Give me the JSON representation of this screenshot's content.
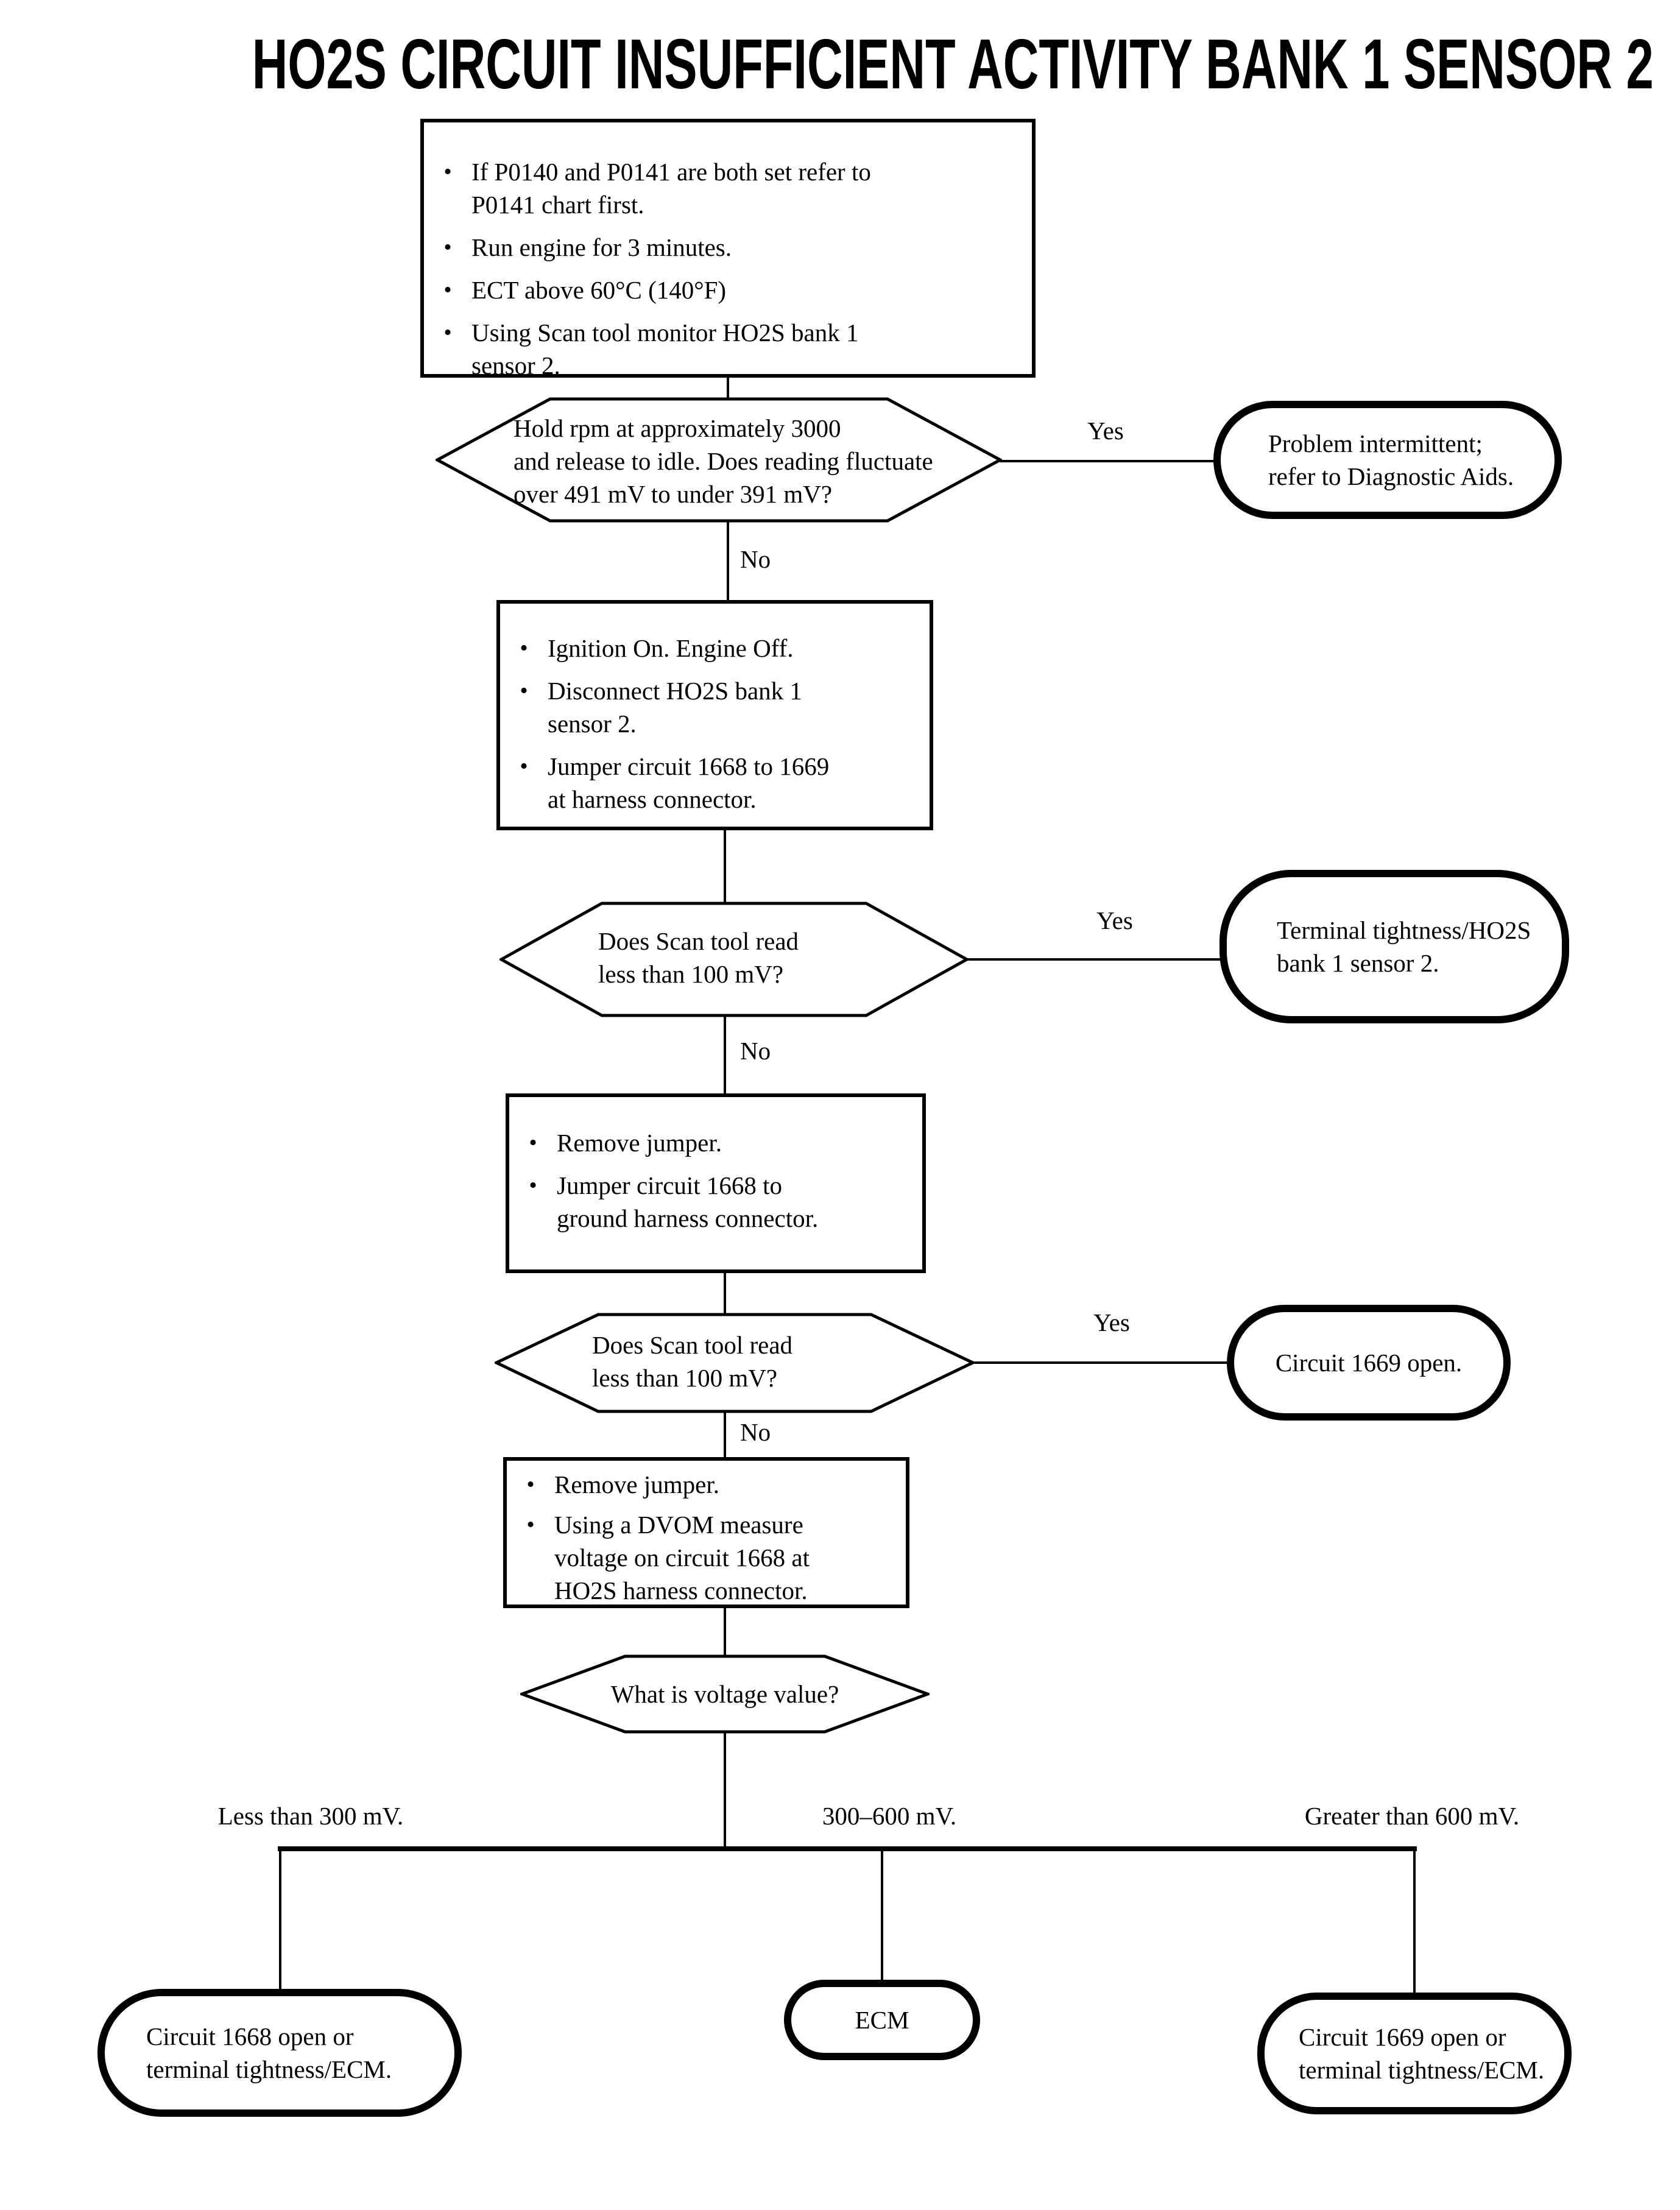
{
  "title": "HO2S CIRCUIT INSUFFICIENT ACTIVITY BANK 1 SENSOR 2",
  "glyphs": {
    "bullet": "•"
  },
  "labels": {
    "yes": "Yes",
    "no": "No"
  },
  "branch_labels": {
    "left": "Less than 300 mV.",
    "center": "300–600 mV.",
    "right": "Greater than 600 mV."
  },
  "boxes": {
    "box1": {
      "bullets": [
        [
          "If P0140 and P0141 are both set refer to",
          "P0141 chart first."
        ],
        [
          "Run engine for 3 minutes."
        ],
        [
          "ECT above 60°C (140°F)"
        ],
        [
          "Using Scan tool monitor HO2S bank 1",
          "sensor 2."
        ]
      ]
    },
    "box2": {
      "bullets": [
        [
          "Ignition On. Engine Off."
        ],
        [
          "Disconnect HO2S bank 1",
          "sensor 2."
        ],
        [
          "Jumper circuit 1668 to 1669",
          "at harness connector."
        ]
      ]
    },
    "box3": {
      "bullets": [
        [
          "Remove jumper."
        ],
        [
          "Jumper circuit 1668 to",
          "ground harness connector."
        ]
      ]
    },
    "box4": {
      "bullets": [
        [
          "Remove jumper."
        ],
        [
          "Using a DVOM measure",
          "voltage on circuit 1668 at",
          "HO2S harness connector."
        ]
      ]
    }
  },
  "decisions": {
    "hex1": {
      "lines": [
        "Hold rpm at approximately 3000",
        "and release to idle. Does reading fluctuate",
        "over 491 mV to under 391 mV?"
      ]
    },
    "hex2": {
      "lines": [
        "Does Scan tool read",
        "less than 100 mV?"
      ]
    },
    "hex3": {
      "lines": [
        "Does Scan tool read",
        "less than 100 mV?"
      ]
    },
    "hex4": {
      "lines": [
        "What is voltage value?"
      ]
    }
  },
  "terminators": {
    "problem_intermittent": {
      "lines": [
        "Problem intermittent;",
        "refer to Diagnostic Aids."
      ]
    },
    "terminal_tightness_ho2s": {
      "lines": [
        "Terminal tightness/HO2S",
        "bank 1 sensor 2."
      ]
    },
    "circuit_1669_open": {
      "lines": [
        "Circuit 1669 open."
      ]
    },
    "circuit_1668_open_ecm": {
      "lines": [
        "Circuit 1668 open or",
        "terminal tightness/ECM."
      ]
    },
    "ecm": {
      "lines": [
        "ECM"
      ]
    },
    "circuit_1669_open_ecm": {
      "lines": [
        "Circuit 1669 open or",
        "terminal tightness/ECM."
      ]
    }
  },
  "colors": {
    "ink": "#000000",
    "paper": "#ffffff"
  }
}
